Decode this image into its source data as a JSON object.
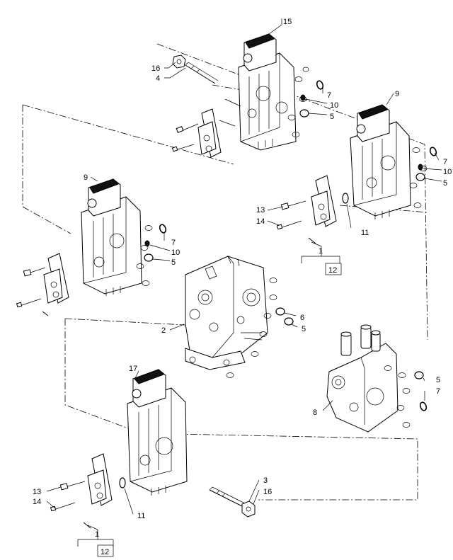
{
  "callouts": {
    "c15": "15",
    "c16a": "16",
    "c4": "4",
    "c7a": "7",
    "c10a": "10",
    "c5a": "5",
    "c9a": "9",
    "c7b": "7",
    "c10b": "10",
    "c5b": "5",
    "c9b": "9",
    "c7c": "7",
    "c10c": "10",
    "c5c": "5",
    "c13a": "13",
    "c14a": "14",
    "c11a": "11",
    "c1a": "1",
    "c12a": "12",
    "c2": "2",
    "c6": "6",
    "c5d": "5",
    "c5e": "5",
    "c7d": "7",
    "c8": "8",
    "c17": "17",
    "c3": "3",
    "c16b": "16",
    "c13b": "13",
    "c14b": "14",
    "c11b": "11",
    "c1b": "1",
    "c12b": "12"
  }
}
